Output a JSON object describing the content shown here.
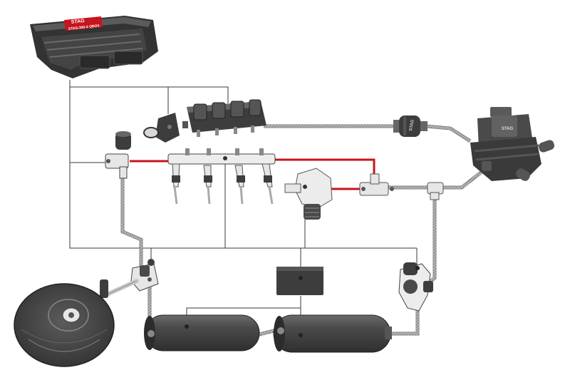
{
  "ecu": {
    "brand": "STAG",
    "model": "STAG-300-4 QBOX"
  },
  "reducer": {
    "brand": "STAG"
  },
  "colors": {
    "fuel_line": "#c8141c",
    "component_dark": "#3d3d3d",
    "component_mid": "#5a5a5a",
    "component_light": "#e6e6e6",
    "wire": "#3a3a3a",
    "gas_pipe": "#9a9a9a"
  },
  "icons": [
    "ecu-icon",
    "gas-injector-rail-icon",
    "map-sensor-icon",
    "fuel-rail-icon",
    "petrol-injector-icon",
    "high-pressure-pump-icon",
    "reducer-icon",
    "gas-filter-icon",
    "relay-box-icon",
    "toroidal-tank-icon",
    "cylinder-tank-icon",
    "multivalve-icon",
    "filler-valve-icon",
    "solenoid-valve-icon"
  ]
}
